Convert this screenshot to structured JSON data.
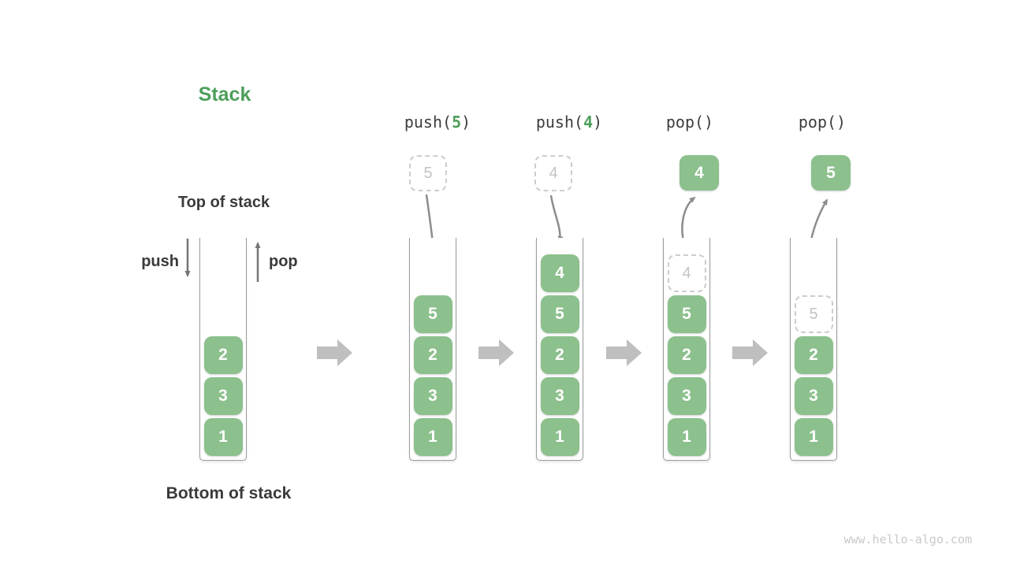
{
  "diagram": {
    "title": "Stack",
    "top_label": "Top of stack",
    "bottom_label": "Bottom of stack",
    "push_label": "push",
    "pop_label": "pop",
    "ops": [
      {
        "prefix": "push(",
        "arg": "5",
        "suffix": ")"
      },
      {
        "prefix": "push(",
        "arg": "4",
        "suffix": ")"
      },
      {
        "prefix": "pop()",
        "arg": "",
        "suffix": ""
      },
      {
        "prefix": "pop()",
        "arg": "",
        "suffix": ""
      }
    ],
    "stacks": [
      {
        "cells": [
          "2",
          "3",
          "1"
        ]
      },
      {
        "incoming": "5",
        "cells": [
          "5",
          "2",
          "3",
          "1"
        ]
      },
      {
        "incoming": "4",
        "cells": [
          "4",
          "5",
          "2",
          "3",
          "1"
        ]
      },
      {
        "outgoing": "4",
        "cells": [
          "4",
          "5",
          "2",
          "3",
          "1"
        ],
        "ghost_index": 0
      },
      {
        "outgoing": "5",
        "cells": [
          "5",
          "2",
          "3",
          "1"
        ],
        "ghost_index": 0
      }
    ],
    "colors": {
      "accent_green": "#4d9f5b",
      "cell_green": "#8cc08d",
      "ghost_gray": "#cccccc",
      "arrow_gray": "#8c8c8c",
      "block_arrow_gray": "#bfbfbf",
      "text_dark": "#3a3a3a"
    },
    "icons": {
      "push_direction": "down-arrow-icon",
      "pop_direction": "up-arrow-icon",
      "state_transition": "block-right-arrow-icon",
      "motion": "curved-arrow-icon"
    }
  },
  "page": {
    "watermark": "www.hello-algo.com"
  }
}
